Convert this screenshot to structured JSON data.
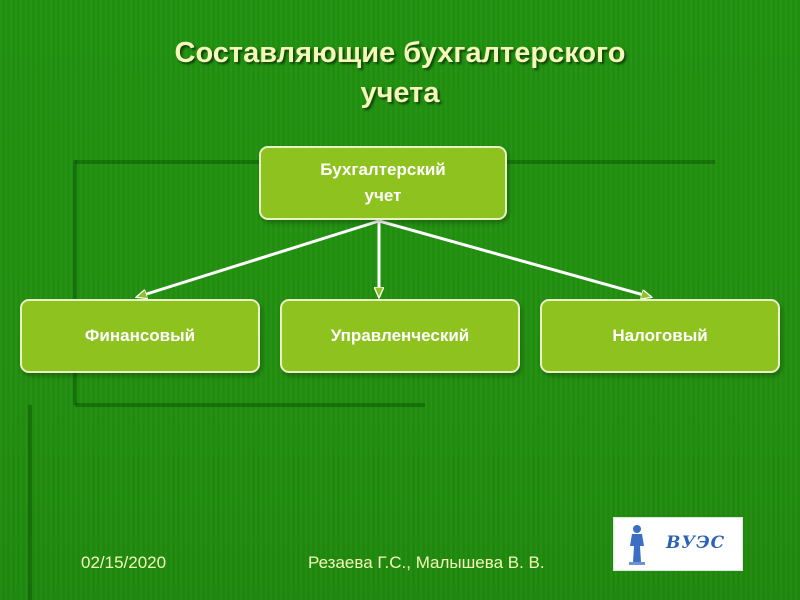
{
  "slide": {
    "title": "Составляющие бухгалтерского\nучета",
    "colors": {
      "background": "#1f8c0e",
      "title": "#f4f8b8",
      "node_fill": "#8ec21e",
      "node_border": "#e8f2c4",
      "connector": "#ffffff"
    }
  },
  "diagram": {
    "root": {
      "label": "Бухгалтерский\nучет"
    },
    "children": [
      {
        "label": "Финансовый"
      },
      {
        "label": "Управленческий"
      },
      {
        "label": "Налоговый"
      }
    ]
  },
  "footer": {
    "date": "02/15/2020",
    "authors": "Резаева Г.С., Малышева В. В."
  },
  "logo": {
    "text": "ВУЭС",
    "icon": "statue-icon"
  }
}
